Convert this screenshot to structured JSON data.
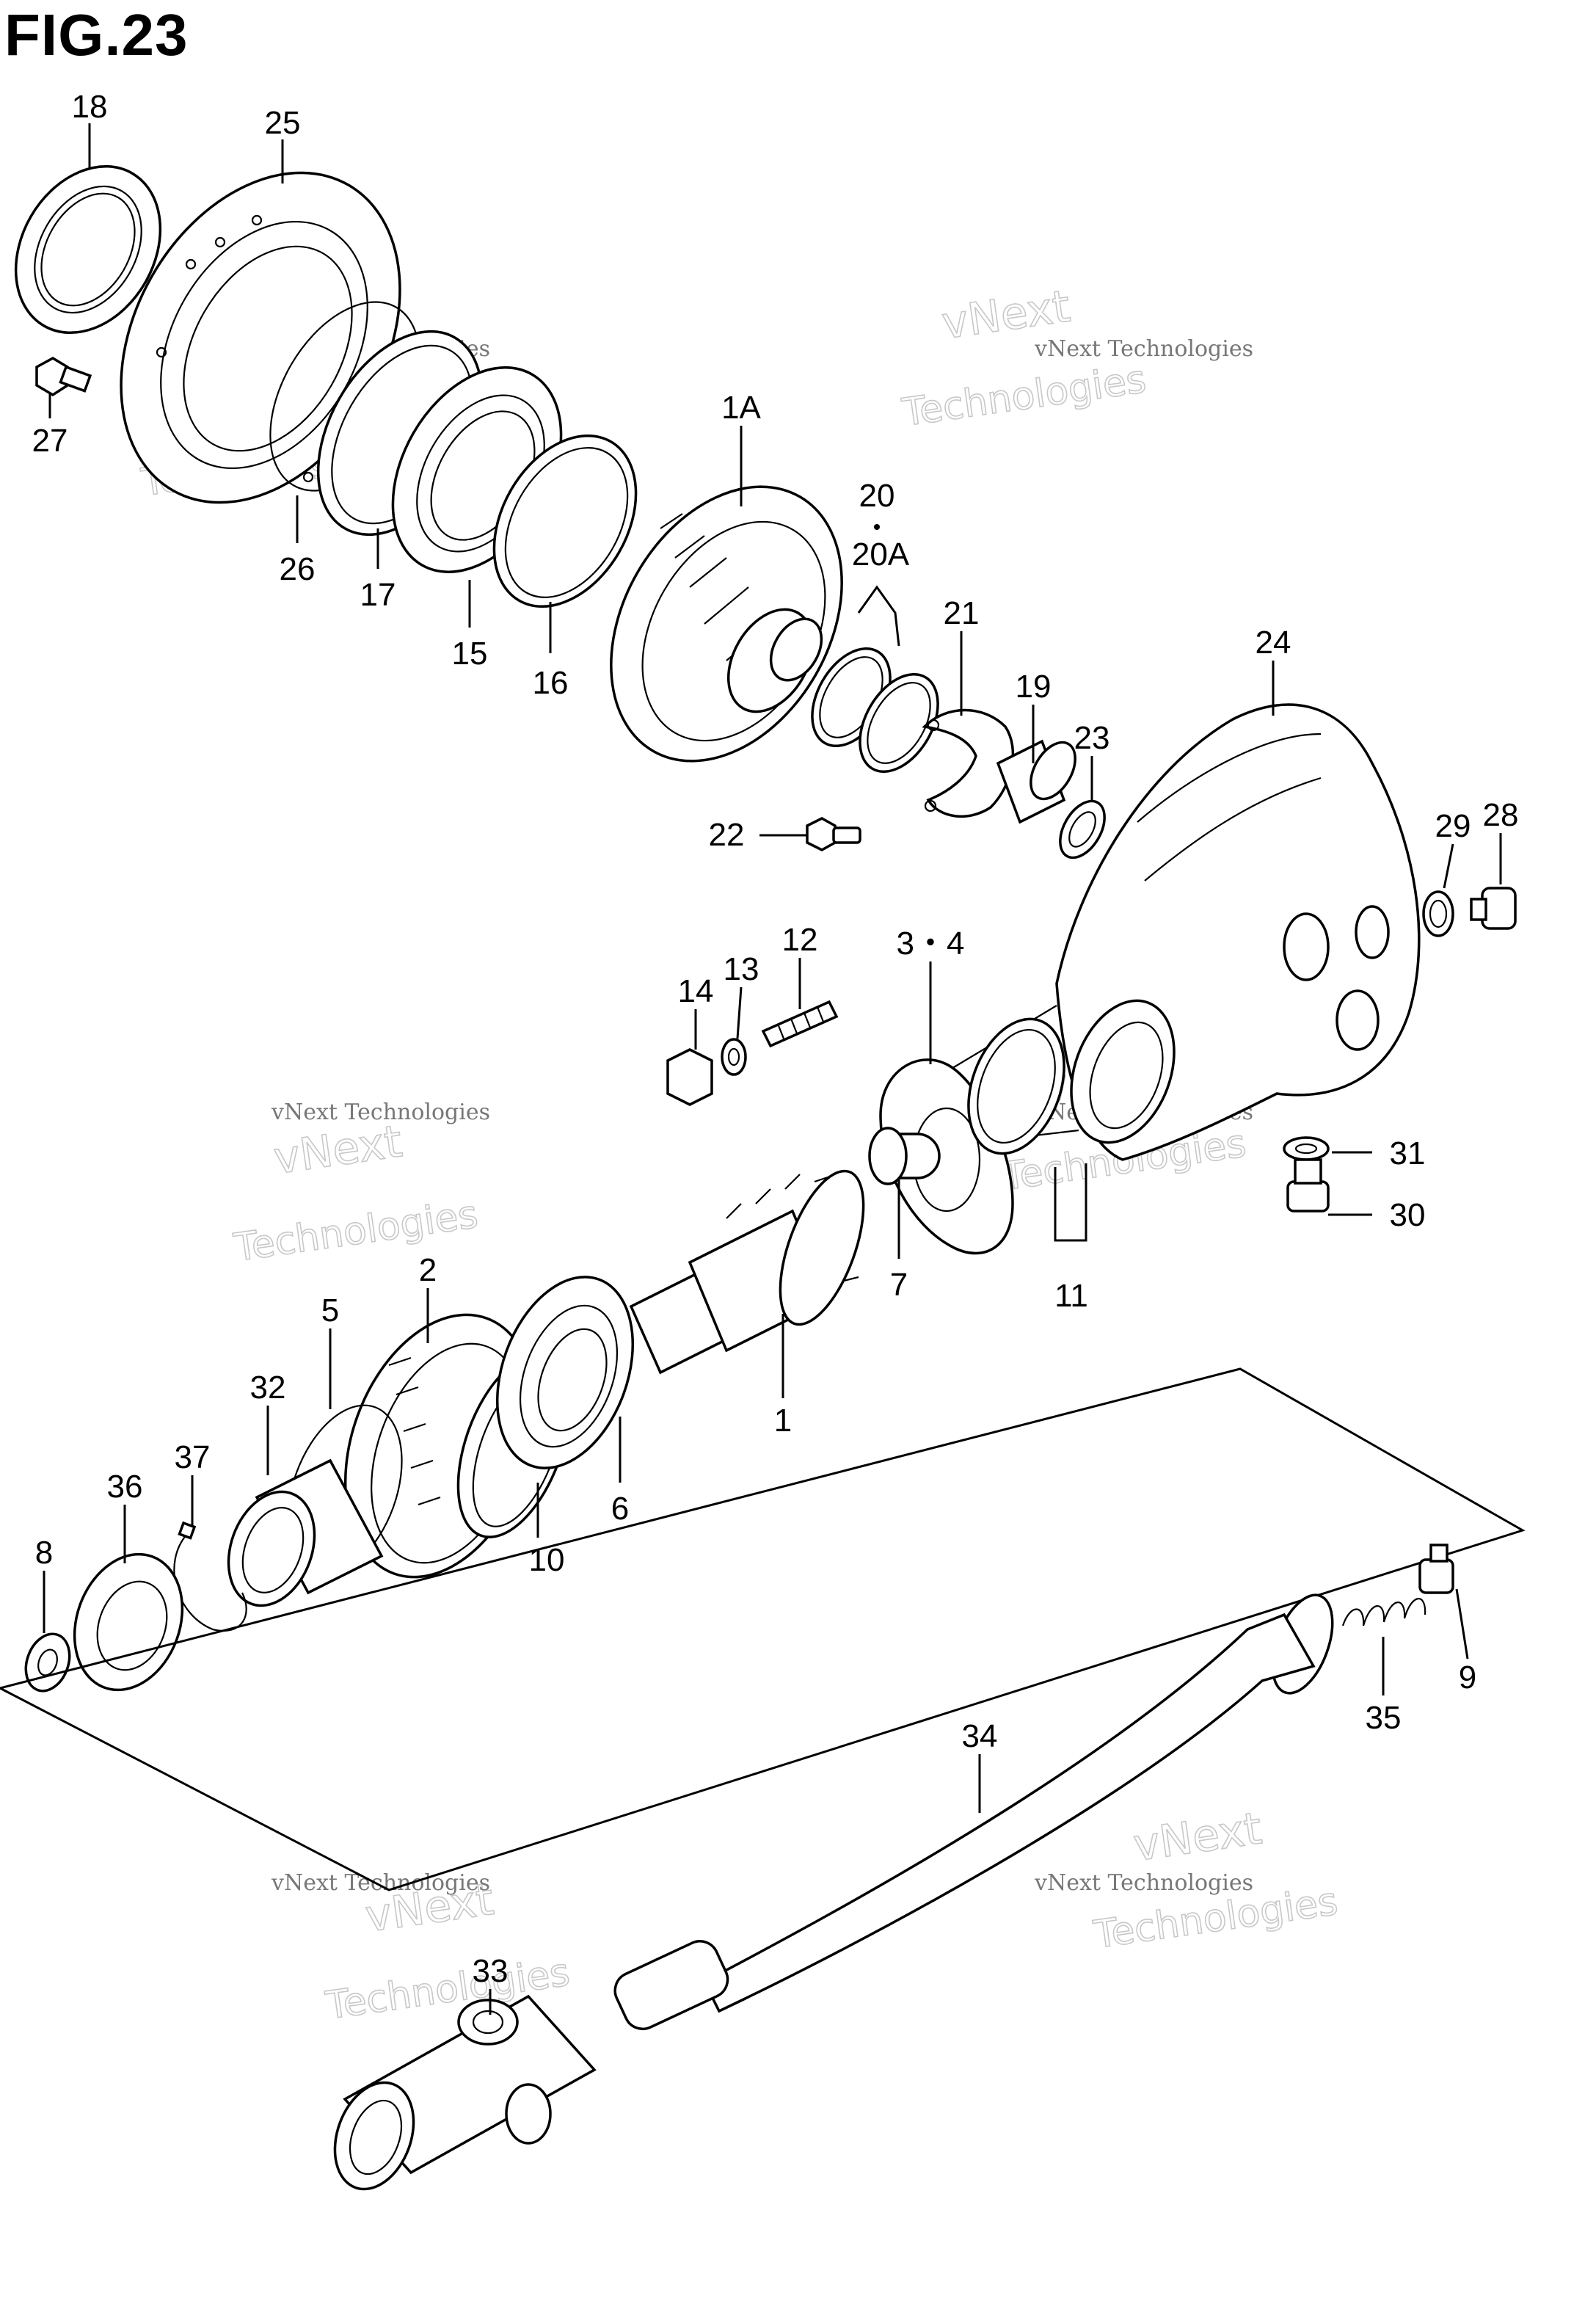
{
  "figure": {
    "title": "FIG.23"
  },
  "watermark": {
    "line1": "vNext Technologies",
    "line2": "vNext",
    "line3": "Technologies"
  },
  "parts": [
    {
      "label": "18"
    },
    {
      "label": "25"
    },
    {
      "label": "27"
    },
    {
      "label": "26"
    },
    {
      "label": "17"
    },
    {
      "label": "15"
    },
    {
      "label": "16"
    },
    {
      "label": "1A"
    },
    {
      "label": "20"
    },
    {
      "label": "20A"
    },
    {
      "label": "21"
    },
    {
      "label": "19"
    },
    {
      "label": "23"
    },
    {
      "label": "22"
    },
    {
      "label": "24"
    },
    {
      "label": "29"
    },
    {
      "label": "28"
    },
    {
      "label": "14"
    },
    {
      "label": "13"
    },
    {
      "label": "12"
    },
    {
      "label": "3・4"
    },
    {
      "label": "31"
    },
    {
      "label": "30"
    },
    {
      "label": "7"
    },
    {
      "label": "11"
    },
    {
      "label": "2"
    },
    {
      "label": "5"
    },
    {
      "label": "32"
    },
    {
      "label": "37"
    },
    {
      "label": "36"
    },
    {
      "label": "8"
    },
    {
      "label": "1"
    },
    {
      "label": "6"
    },
    {
      "label": "10"
    },
    {
      "label": "9"
    },
    {
      "label": "35"
    },
    {
      "label": "34"
    },
    {
      "label": "33"
    }
  ]
}
